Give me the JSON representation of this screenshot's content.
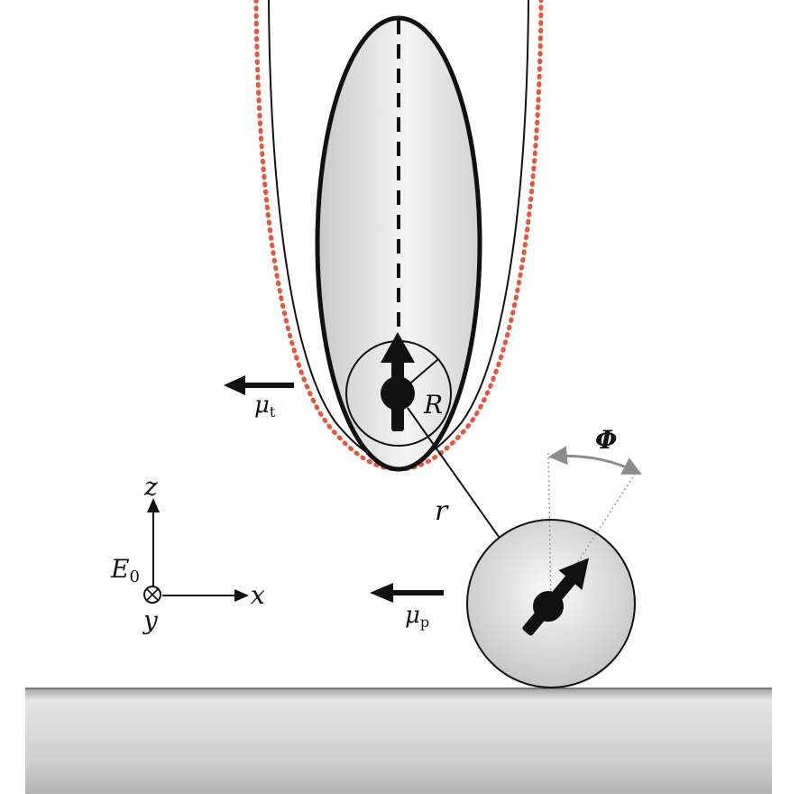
{
  "labels": {
    "tip_moment": "μ",
    "tip_moment_sub": "t",
    "radius": "R",
    "distance": "r",
    "angle": "Φ",
    "particle_moment": "μ",
    "particle_moment_sub": "p",
    "axis_z": "z",
    "axis_x": "x",
    "axis_y": "y",
    "field": "E",
    "field_sub": "0"
  },
  "colors": {
    "dotted_outline": "#e8553a",
    "ink": "#111111",
    "angle_arc": "#8c8c8c"
  }
}
